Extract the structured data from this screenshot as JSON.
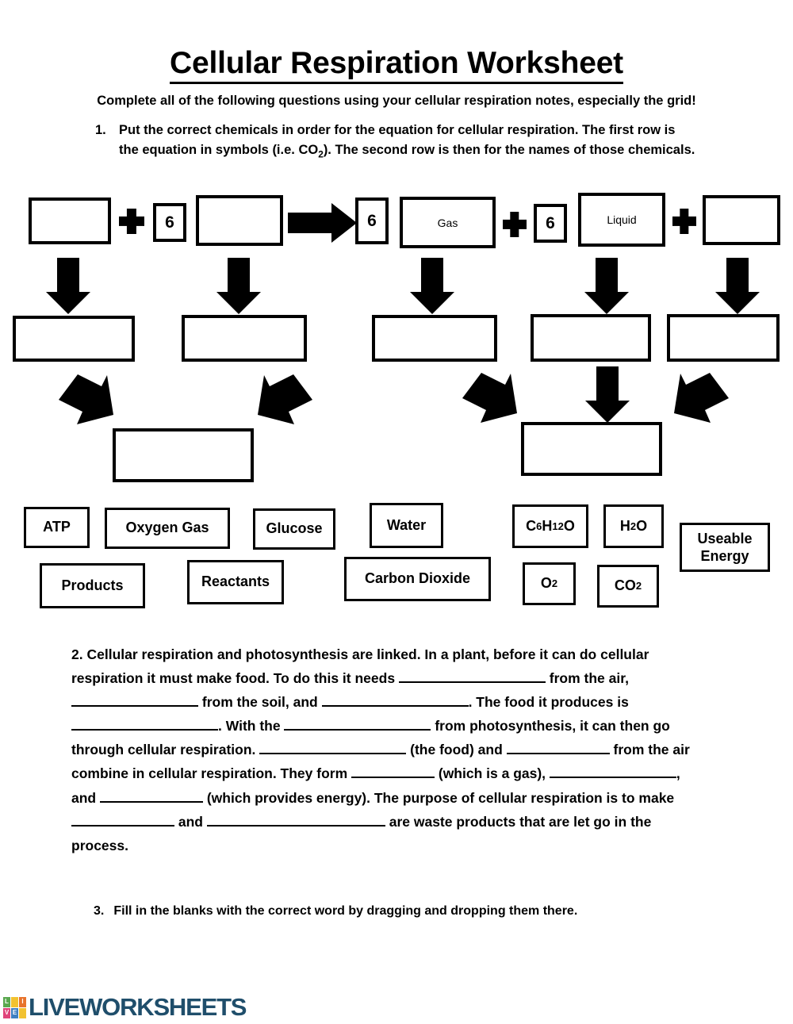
{
  "document": {
    "title": "Cellular Respiration Worksheet",
    "subtitle": "Complete all of the following questions using your cellular respiration notes, especially the grid!"
  },
  "question1": {
    "number": "1.",
    "text_part1": "Put the correct chemicals in order for the equation for cellular respiration. The first row is the equation in symbols (i.e. CO",
    "subscript": "2",
    "text_part2": "). The second row is then for the names of those chemicals."
  },
  "equation_row": {
    "symbols": {
      "plus1": "+",
      "plus2": "+",
      "plus3": "+",
      "arrow": "right-arrow"
    },
    "cells": [
      {
        "name": "reactant-1-symbol-box",
        "value": ""
      },
      {
        "name": "coefficient-6-oxygen",
        "value": "6"
      },
      {
        "name": "reactant-2-symbol-box",
        "value": ""
      },
      {
        "name": "coefficient-6-carbon-dioxide",
        "value": "6"
      },
      {
        "name": "product-gas-box",
        "value": "Gas"
      },
      {
        "name": "coefficient-6-water",
        "value": "6"
      },
      {
        "name": "product-liquid-box",
        "value": "Liquid"
      },
      {
        "name": "product-energy-box",
        "value": ""
      }
    ]
  },
  "name_row": {
    "cells": [
      {
        "name": "reactant-1-name-box",
        "value": ""
      },
      {
        "name": "reactant-2-name-box",
        "value": ""
      },
      {
        "name": "product-1-name-box",
        "value": ""
      },
      {
        "name": "product-2-name-box",
        "value": ""
      },
      {
        "name": "product-3-name-box",
        "value": ""
      }
    ]
  },
  "summary_row": {
    "cells": [
      {
        "name": "reactants-summary-box",
        "value": ""
      },
      {
        "name": "products-summary-box",
        "value": ""
      }
    ]
  },
  "word_bank": {
    "items": [
      {
        "label": "ATP",
        "html": "ATP"
      },
      {
        "label": "Oxygen Gas",
        "html": "Oxygen Gas"
      },
      {
        "label": "Glucose",
        "html": "Glucose"
      },
      {
        "label": "Water",
        "html": "Water"
      },
      {
        "label": "C6H12O",
        "html": "C<sub>6</sub>H<sub>12</sub>O"
      },
      {
        "label": "H2O",
        "html": "H<sub>2</sub>O"
      },
      {
        "label": "Useable Energy",
        "html": "Useable Energy"
      },
      {
        "label": "Products",
        "html": "Products"
      },
      {
        "label": "Reactants",
        "html": "Reactants"
      },
      {
        "label": "Carbon Dioxide",
        "html": "Carbon Dioxide"
      },
      {
        "label": "O2",
        "html": "O<sub>2</sub>"
      },
      {
        "label": "CO2",
        "html": "CO<sub>2</sub>"
      }
    ]
  },
  "question2": {
    "number": "2.",
    "segments": [
      "Cellular respiration and photosynthesis are linked. In a plant, before it can do cellular respiration it must make food. To do this it needs ",
      " from the air, ",
      " from the soil, and ",
      ". The food it produces is ",
      ". With the ",
      " from photosynthesis, it can then go through cellular respiration. ",
      " (the food) and ",
      " from the air combine in cellular respiration. They form ",
      " (which is a gas), ",
      ", and ",
      " (which provides energy). The purpose of cellular respiration is to make ",
      " and ",
      " are waste products that are let go in the process."
    ]
  },
  "question3": {
    "number": "3.",
    "text": "Fill in the blanks with the correct word by dragging and dropping them there."
  },
  "footer": {
    "brand": "LIVEWORKSHEETS",
    "tiles": [
      {
        "letter": "L",
        "color": "#5aa84f"
      },
      {
        "letter": "",
        "color": "#f2c230"
      },
      {
        "letter": "I",
        "color": "#e8732c"
      },
      {
        "letter": "V",
        "color": "#e0457b"
      },
      {
        "letter": "E",
        "color": "#3f7fc1"
      },
      {
        "letter": "",
        "color": "#f2c230"
      }
    ],
    "brand_color": "#1f4e6b"
  }
}
